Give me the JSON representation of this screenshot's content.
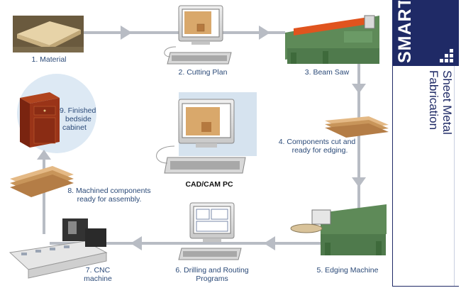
{
  "steps": {
    "s1": "1. Material",
    "s2": "2. Cutting Plan",
    "s3": "3. Beam Saw",
    "s4_line1": "4. Components cut and",
    "s4_line2": "ready for edging.",
    "s5": "5. Edging Machine",
    "s6_line1": "6. Drilling and Routing",
    "s6_line2": "Programs",
    "s7_line1": "7. CNC",
    "s7_line2": "machine",
    "s8_line1": "8. Machined components",
    "s8_line2": "ready for assembly.",
    "s9_line1": "9. Finished",
    "s9_line2": "bedside",
    "s9_line3": "cabinet",
    "cadcam": "CAD/CAM PC"
  },
  "brand": {
    "logo": "SMART",
    "tagline_line1": "Sheet Metal",
    "tagline_line2": "Fabrication"
  },
  "colors": {
    "navy": "#1f2a66",
    "arrow": "#b8bcc4",
    "label": "#2b4a78",
    "wood": "#c8955a",
    "machine_green": "#4f7a4c",
    "saw_orange": "#e0541e"
  }
}
